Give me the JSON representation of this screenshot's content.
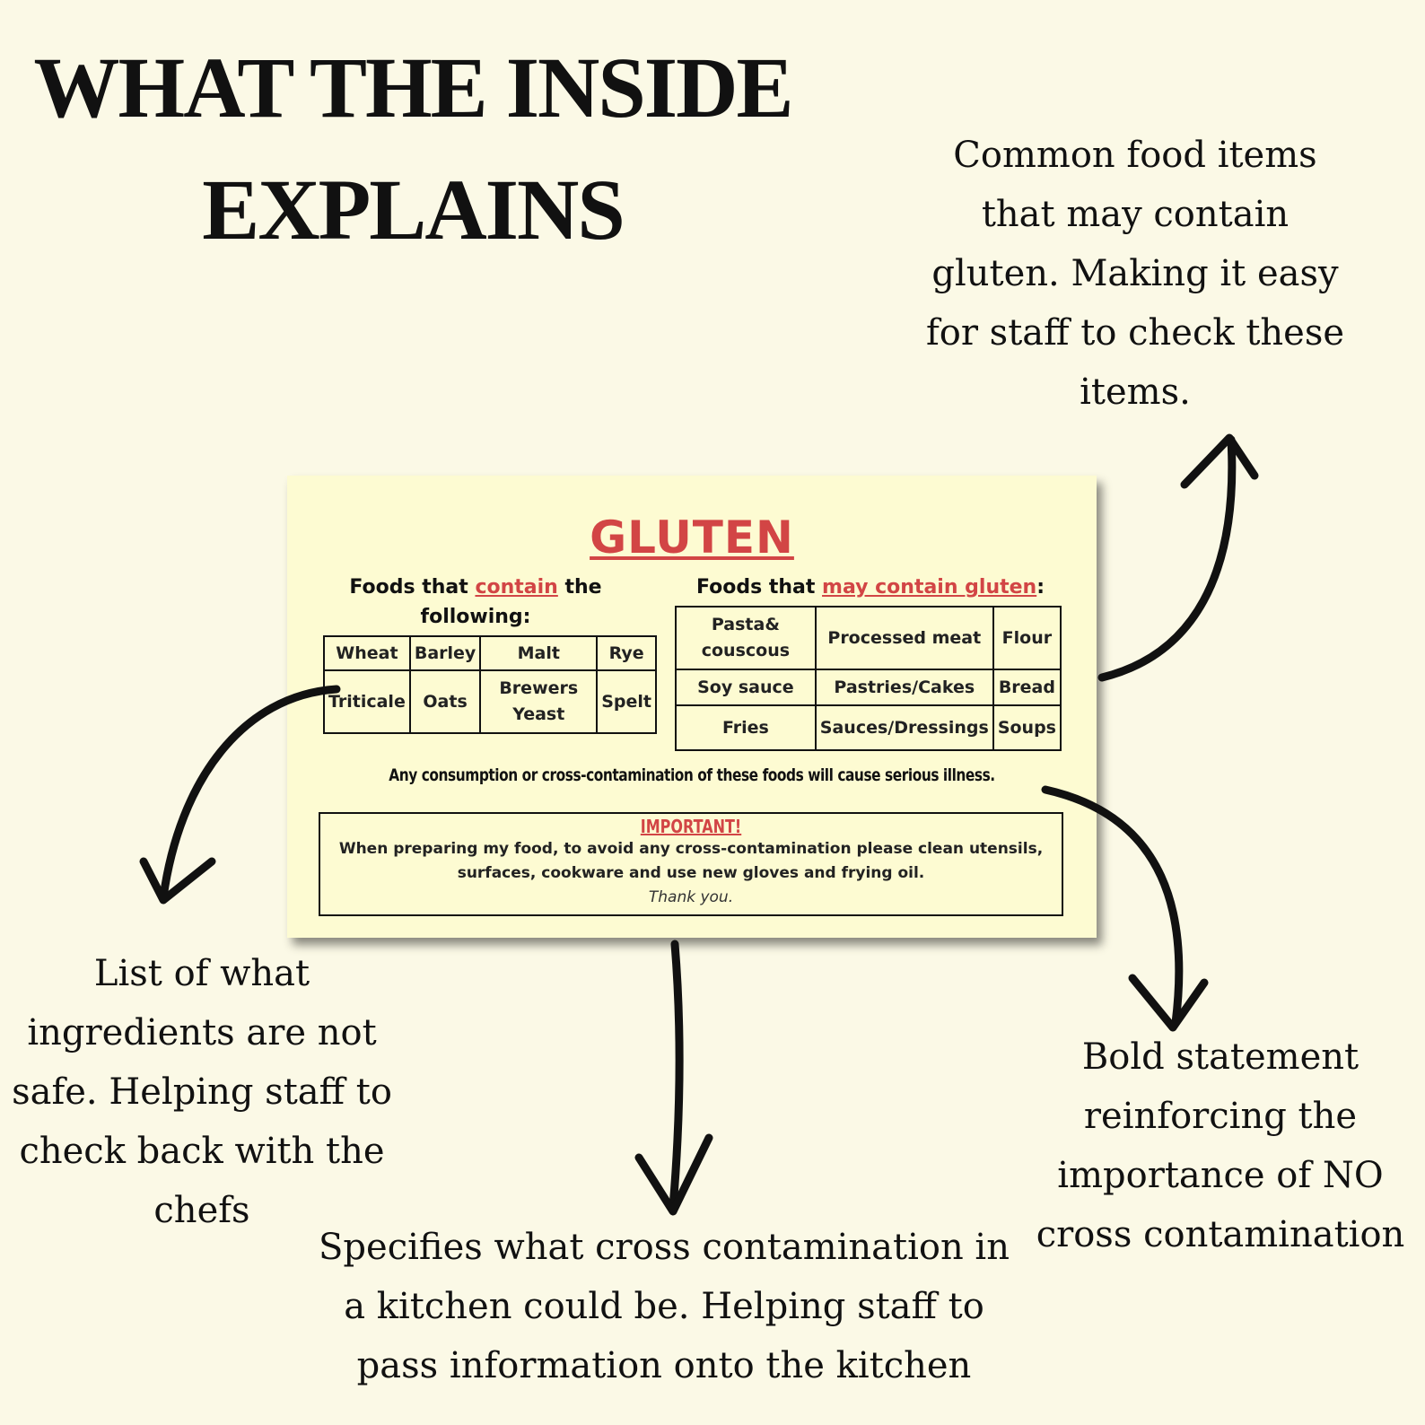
{
  "title_line1": "WHAT THE INSIDE",
  "title_line2": "EXPLAINS",
  "captions": {
    "top_right": "Common food items that may contain gluten. Making it easy for staff to check these items.",
    "left": "List of what ingredients are not safe. Helping staff to check back with the chefs",
    "bottom": "Specifies what cross contamination in a kitchen could be. Helping staff to pass information onto the kitchen",
    "right": "Bold statement reinforcing the importance of NO cross contamination"
  },
  "card": {
    "title": "GLUTEN",
    "left_heading": {
      "pre": "Foods that ",
      "highlight": "contain",
      "post": " the following:"
    },
    "right_heading": {
      "pre": "Foods that ",
      "highlight": "may contain gluten",
      "post": ":"
    },
    "contain_rows": [
      [
        "Wheat",
        "Barley",
        "Malt",
        "Rye"
      ],
      [
        "Triticale",
        "Oats",
        "Brewers Yeast",
        "Spelt"
      ]
    ],
    "may_contain_rows": [
      [
        "Pasta& couscous",
        "Processed meat",
        "Flour"
      ],
      [
        "Soy sauce",
        "Pastries/Cakes",
        "Bread"
      ],
      [
        "Fries",
        "Sauces/Dressings",
        "Soups"
      ]
    ],
    "warning": "Any consumption or cross-contamination of these foods will cause serious illness.",
    "important": {
      "title": "IMPORTANT!",
      "body": "When preparing my food, to avoid any cross-contamination please clean utensils, surfaces, cookware and use new gloves and frying oil.",
      "thanks": "Thank you."
    }
  }
}
